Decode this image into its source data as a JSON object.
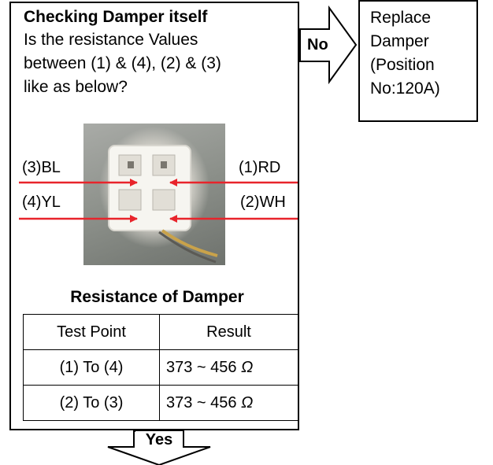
{
  "main": {
    "title": "Checking Damper itself",
    "question_lines": [
      "Is the resistance Values",
      "between (1) & (4), (2) & (3)",
      "like as below?"
    ]
  },
  "connector_labels": {
    "pin3": "(3)BL",
    "pin4": "(4)YL",
    "pin1": "(1)RD",
    "pin2": "(2)WH"
  },
  "table": {
    "title": "Resistance of Damper",
    "headers": [
      "Test Point",
      "Result"
    ],
    "rows": [
      {
        "point": "(1) To (4)",
        "result": "373 ~ 456",
        "unit": "Ω"
      },
      {
        "point": "(2) To (3)",
        "result": "373 ~ 456",
        "unit": "Ω"
      }
    ]
  },
  "no_label": "No",
  "yes_label": "Yes",
  "replace_box": {
    "lines": [
      "Replace",
      "Damper",
      "(Position",
      "No:120A)"
    ]
  },
  "colors": {
    "arrow": "#e8242b",
    "border": "#000000"
  }
}
